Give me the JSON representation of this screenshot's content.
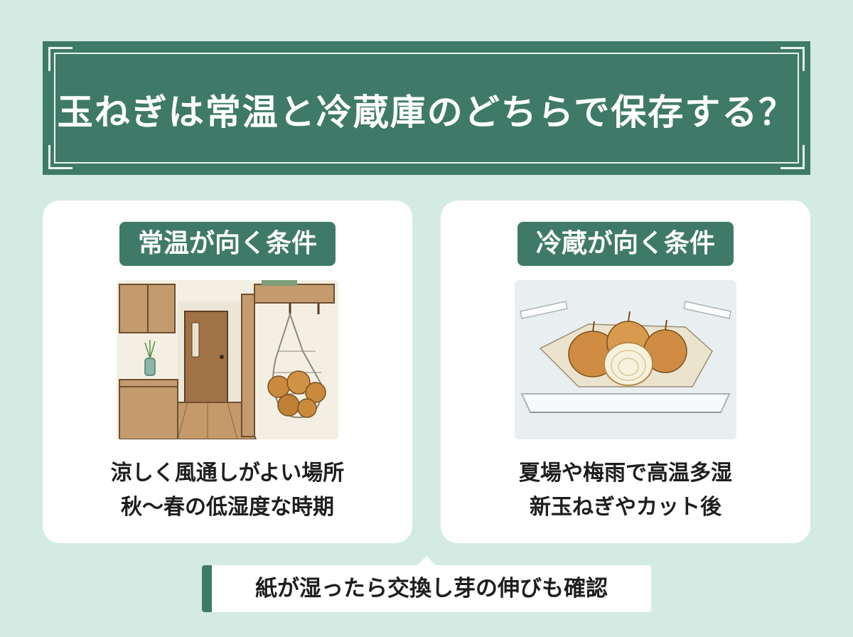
{
  "title": "玉ねぎは常温と冷蔵庫のどちらで保存する？",
  "left_card": {
    "label": "常温が向く条件",
    "lines": [
      "涼しく風通しがよい場所",
      "秋〜春の低湿度な時期"
    ]
  },
  "right_card": {
    "label": "冷蔵が向く条件",
    "lines": [
      "夏場や梅雨で高温多湿",
      "新玉ねぎやカット後"
    ]
  },
  "note": "紙が湿ったら交換し芽の伸びも確認",
  "colors": {
    "background": "#d3ebe2",
    "accent_green": "#3f7a68",
    "card": "#ffffff",
    "text": "#1e1e1e"
  }
}
